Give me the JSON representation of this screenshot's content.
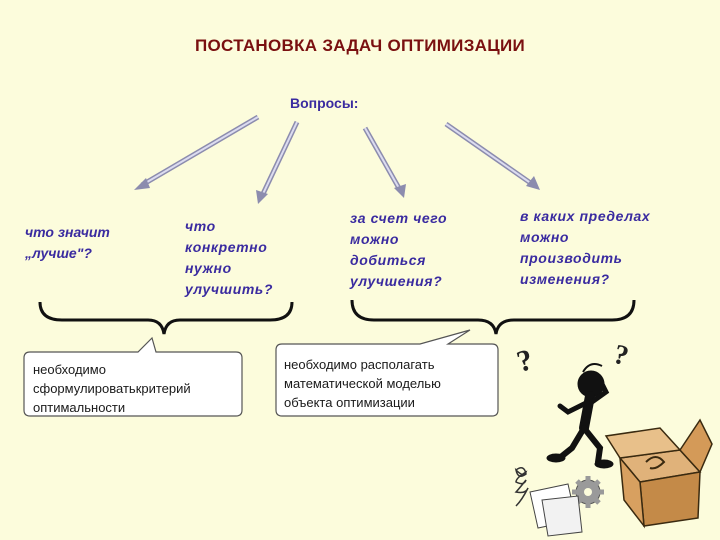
{
  "title": "ПОСТАНОВКА ЗАДАЧ ОПТИМИЗАЦИИ",
  "questions_label": "Вопросы:",
  "questions": [
    {
      "lines": [
        "что значит",
        "„лучше\"?"
      ]
    },
    {
      "lines": [
        "что",
        "конкретно",
        "нужно",
        "улучшить?"
      ]
    },
    {
      "lines": [
        "за счет чего",
        "можно",
        "добиться",
        "улучшения?"
      ]
    },
    {
      "lines": [
        "в каких пределах",
        "можно",
        "производить",
        "изменения?"
      ]
    }
  ],
  "callouts": [
    {
      "lines": [
        "необходимо",
        "сформулироватькритерий",
        "оптимальности"
      ]
    },
    {
      "lines": [
        "необходимо располагать",
        "математической моделью",
        "объекта оптимизации"
      ]
    }
  ],
  "colors": {
    "title": "#7a1010",
    "question_text": "#3a2ba0",
    "arrow": "#9a9ab8",
    "brace": "#111111"
  },
  "decorations": [
    "thinking-figure-icon",
    "question-mark-icon",
    "open-box-icon",
    "gear-icon",
    "paper-icon"
  ]
}
